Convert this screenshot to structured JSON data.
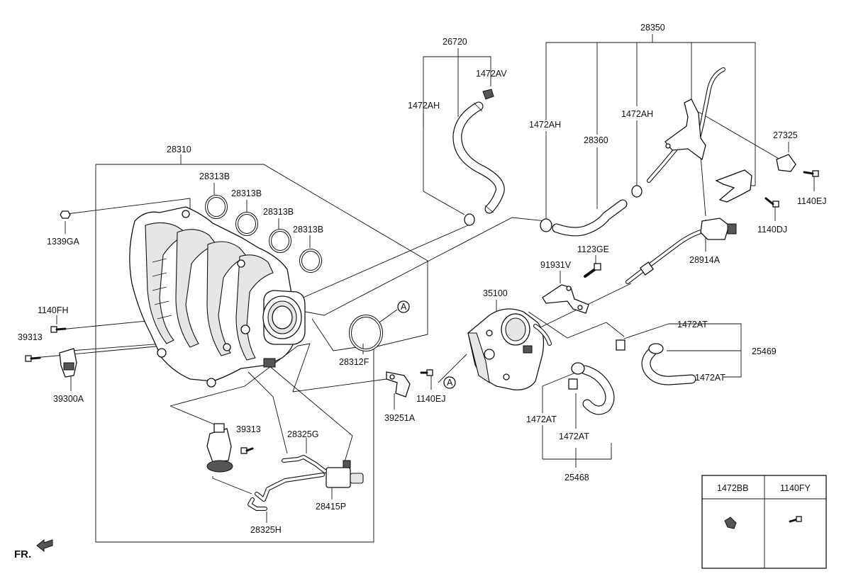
{
  "labels": {
    "p26720": "26720",
    "p1472AV": "1472AV",
    "p1472AH_a": "1472AH",
    "p28350": "28350",
    "p1472AH_b": "1472AH",
    "p28360": "28360",
    "p1472AH_c": "1472AH",
    "p27325": "27325",
    "p1140EJ_a": "1140EJ",
    "p1140DJ": "1140DJ",
    "p28914A": "28914A",
    "p28310": "28310",
    "p28313B_a": "28313B",
    "p28313B_b": "28313B",
    "p28313B_c": "28313B",
    "p28313B_d": "28313B",
    "p1339GA": "1339GA",
    "p1140FH": "1140FH",
    "p39313_a": "39313",
    "p39300A": "39300A",
    "p28312F": "28312F",
    "pCalloutA_1": "A",
    "pCalloutA_2": "A",
    "p1123GE": "1123GE",
    "p91931V": "91931V",
    "p35100": "35100",
    "p1472AT_a": "1472AT",
    "p25469": "25469",
    "p1472AT_b": "1472AT",
    "p1140EJ_b": "1140EJ",
    "p39251A": "39251A",
    "p1472AT_c": "1472AT",
    "p1472AT_d": "1472AT",
    "p25468": "25468",
    "p39313_b": "39313",
    "p28325G": "28325G",
    "p28415P": "28415P",
    "p28325H": "28325H",
    "fr": "FR."
  },
  "legend_table": {
    "headers": [
      "1472BB",
      "1140FY"
    ],
    "icons": [
      "hose-clip-icon",
      "bolt-icon"
    ]
  }
}
